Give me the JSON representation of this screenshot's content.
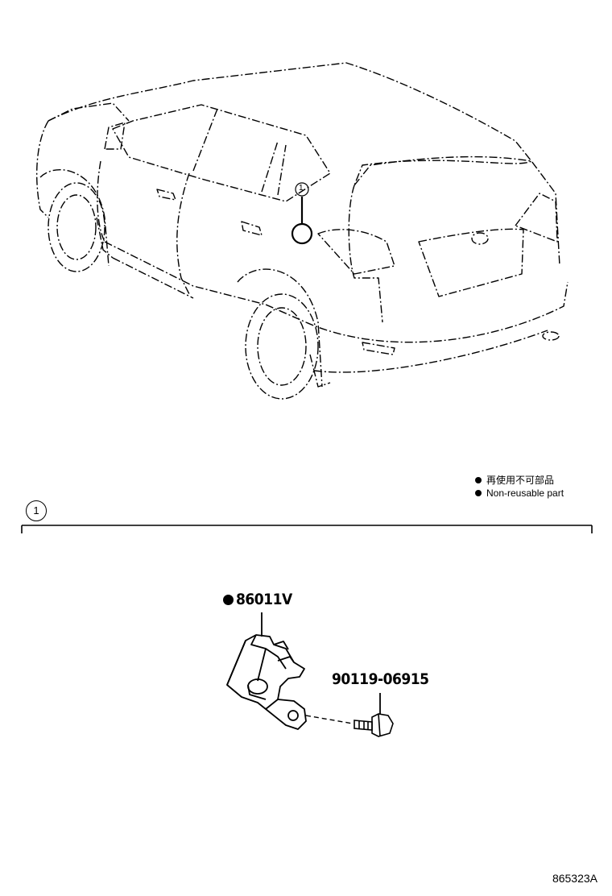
{
  "legend": {
    "line_jp": "再使用不可部品",
    "line_en": "Non-reusable part"
  },
  "section": {
    "callout_number": "1"
  },
  "vehicle": {
    "callout_number": "1"
  },
  "parts": {
    "primary": {
      "number": "86011V",
      "non_reusable": true
    },
    "secondary": {
      "number": "90119-06915",
      "non_reusable": false
    }
  },
  "diagram_code": "865323A"
}
